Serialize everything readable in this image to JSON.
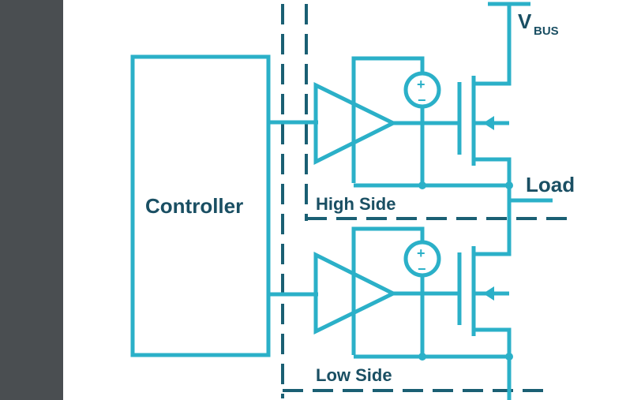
{
  "labels": {
    "vbus_main": "V",
    "vbus_sub": "BUS",
    "controller": "Controller",
    "load": "Load",
    "high_side": "High Side",
    "low_side": "Low Side"
  },
  "source_signs": {
    "plus": "+",
    "minus": "−"
  },
  "colors": {
    "wire": "#2bb0c8",
    "label": "#1a4f63",
    "dashed_boundary": "#1a5f73",
    "left_bar": "#4a4e51"
  }
}
